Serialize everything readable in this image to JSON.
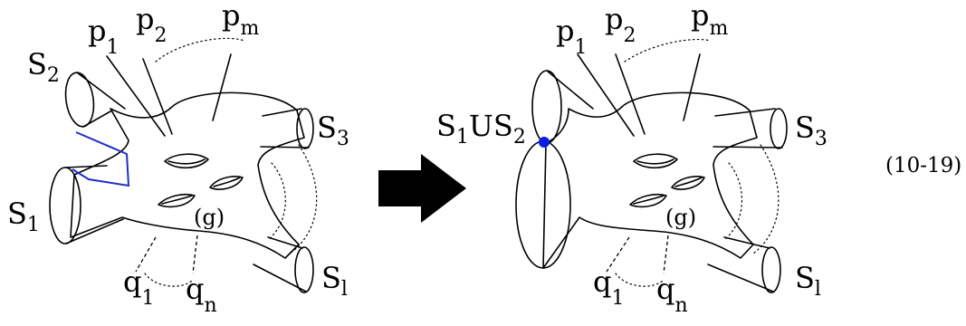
{
  "colors": {
    "ink": "#000000",
    "gluing_path": "#1f2fc4",
    "gluing_point": "#0a1de8"
  },
  "left": {
    "labels": {
      "s1": "S",
      "s1_sub": "1",
      "s2": "S",
      "s2_sub": "2",
      "s3": "S",
      "s3_sub": "3",
      "sl": "S",
      "sl_sub": "l",
      "p1": "p",
      "p1_sub": "1",
      "p2": "p",
      "p2_sub": "2",
      "pm": "p",
      "pm_sub": "m",
      "q1": "q",
      "q1_sub": "1",
      "qn": "q",
      "qn_sub": "n",
      "genus": "(g)"
    }
  },
  "arrow": {
    "icon": "right-arrow-icon"
  },
  "right": {
    "labels": {
      "s1us2_a": "S",
      "s1us2_sub1": "1",
      "s1us2_mid": "US",
      "s1us2_sub2": "2",
      "s3": "S",
      "s3_sub": "3",
      "sl": "S",
      "sl_sub": "l",
      "p1": "p",
      "p1_sub": "1",
      "p2": "p",
      "p2_sub": "2",
      "pm": "p",
      "pm_sub": "m",
      "q1": "q",
      "q1_sub": "1",
      "qn": "q",
      "qn_sub": "n",
      "genus": "(g)"
    }
  },
  "equation_number": "(10-19)"
}
